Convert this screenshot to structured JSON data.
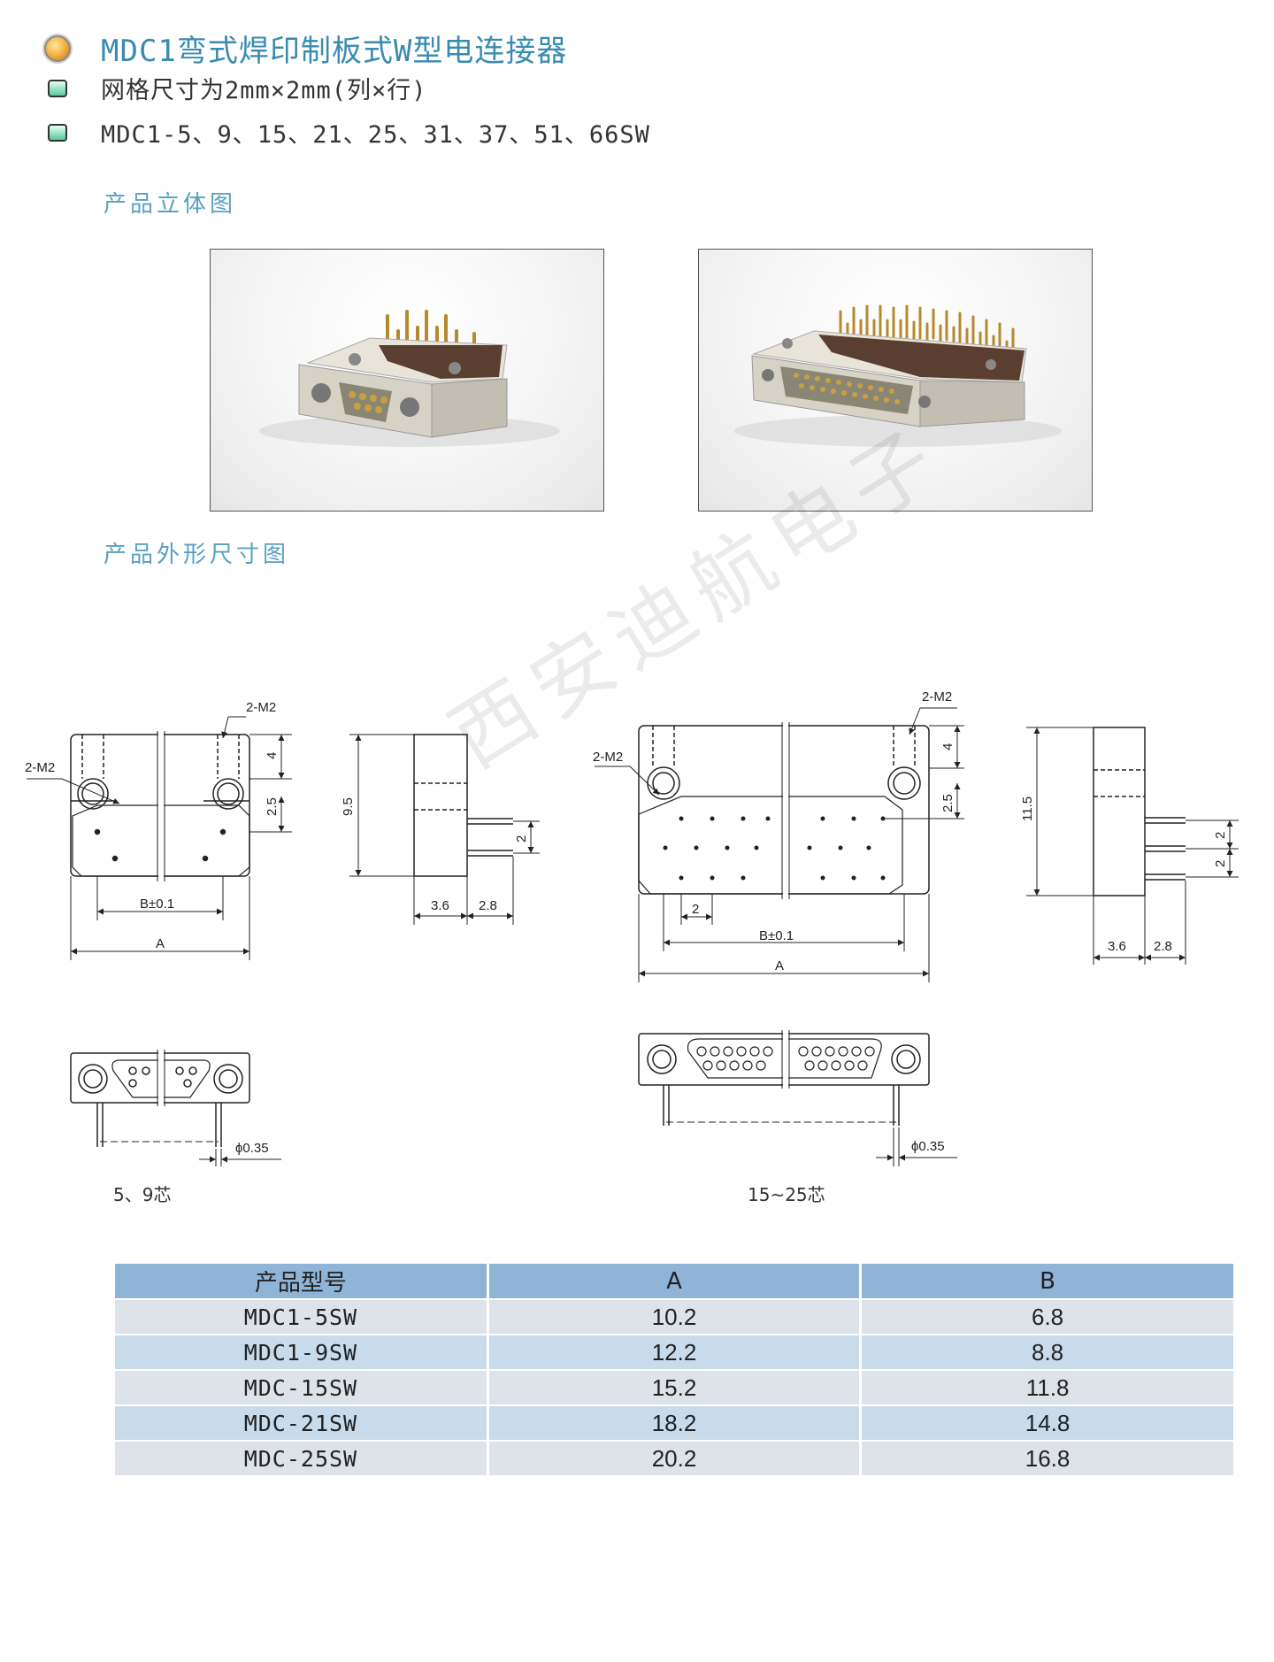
{
  "header": {
    "title": "MDC1弯式焊印制板式W型电连接器",
    "grid_spec": "网格尺寸为2mm×2mm(列×行)",
    "model_list": "MDC1-5、9、15、21、25、31、37、51、66SW"
  },
  "sections": {
    "photos_label": "产品立体图",
    "drawings_label": "产品外形尺寸图"
  },
  "watermark": "西安迪航电子",
  "drawing_labels": {
    "m2": "2-M2",
    "b_tol": "B±0.1",
    "a": "A",
    "four": "4",
    "two_five": "2.5",
    "two": "2",
    "nine_five": "9.5",
    "eleven_five": "11.5",
    "three_six": "3.6",
    "two_eight": "2.8",
    "phi": "ϕ0.35"
  },
  "captions": {
    "small": "5、9芯",
    "large": "15~25芯"
  },
  "table": {
    "headers": [
      "产品型号",
      "A",
      "B"
    ],
    "rows": [
      [
        "MDC1-5SW",
        "10.2",
        "6.8"
      ],
      [
        "MDC1-9SW",
        "12.2",
        "8.8"
      ],
      [
        "MDC-15SW",
        "15.2",
        "11.8"
      ],
      [
        "MDC-21SW",
        "18.2",
        "14.8"
      ],
      [
        "MDC-25SW",
        "20.2",
        "16.8"
      ]
    ]
  }
}
